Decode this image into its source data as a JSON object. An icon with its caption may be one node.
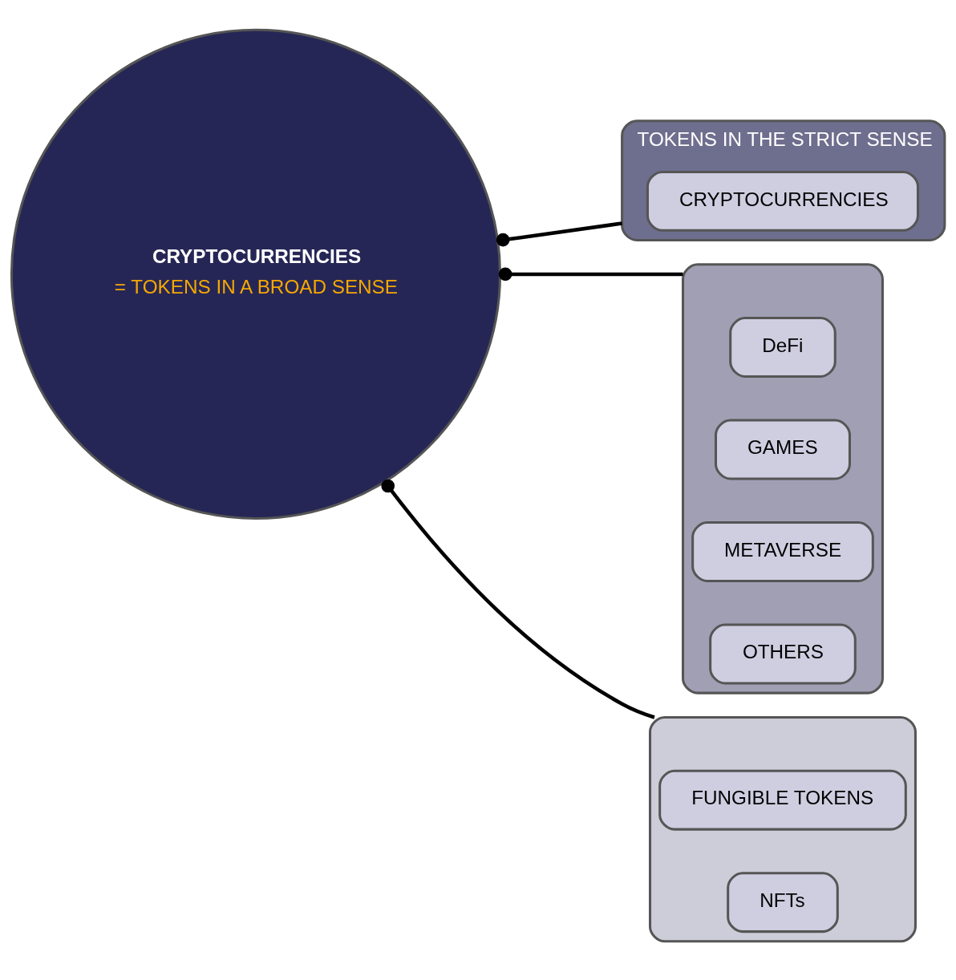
{
  "diagram": {
    "nodes": [
      {
        "text": [
          "CRYPTOCURRENCIES",
          "= TOKENS IN A BROAD SENSE"
        ]
      },
      {
        "text": [
          "TOKENS IN THE STRICT SENSE"
        ]
      },
      {
        "text": [
          "CRYPTOCURRENCIES"
        ],
        "in": 1
      },
      {
        "text": [],
        "shape": "box"
      },
      {
        "text": [
          "DeFi"
        ],
        "in": 3
      },
      {
        "text": [
          "GAMES"
        ],
        "in": 3
      },
      {
        "text": [
          "METAVERSE"
        ],
        "in": 3
      },
      {
        "text": [
          "OTHERS"
        ],
        "in": 3
      },
      {
        "text": [],
        "shape": "box"
      },
      {
        "text": [
          "FUNGIBLE TOKENS"
        ],
        "in": 8
      },
      {
        "text": [
          "NFTs"
        ],
        "in": 8
      }
    ],
    "edges": [
      {
        "from": 0,
        "to": 1,
        "arrow": "other"
      },
      {
        "from": 0,
        "to": 3,
        "arrow": "other"
      },
      {
        "from": 0,
        "to": 8,
        "arrow": "other"
      }
    ]
  }
}
